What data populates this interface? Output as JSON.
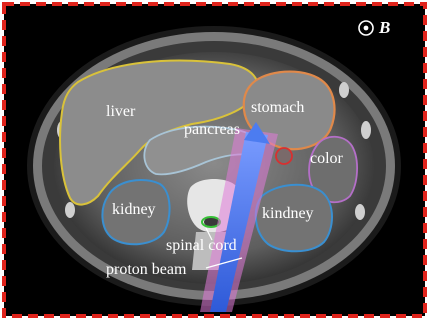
{
  "figure": {
    "field_symbol": "B",
    "labels": {
      "liver": "liver",
      "stomach": "stomach",
      "pancreas": "pancreas",
      "color": "color",
      "kidney_left": "kidney",
      "kidney_right": "kindney",
      "spinal_cord": "spinal cord",
      "proton_beam": "proton beam"
    },
    "colors": {
      "frame_dash": "#e0241c",
      "liver_outline": "#d9c23a",
      "stomach_outline": "#e0894a",
      "pancreas_outline": "#a8c4d6",
      "color_outline": "#b46fc8",
      "kidney_outline": "#3a8fd0",
      "spinal_cord_outline": "#38c038",
      "proton_beam": "#3f6fe0",
      "beam_glow": "#e07ad8",
      "small_red_structure": "#d83030"
    }
  }
}
